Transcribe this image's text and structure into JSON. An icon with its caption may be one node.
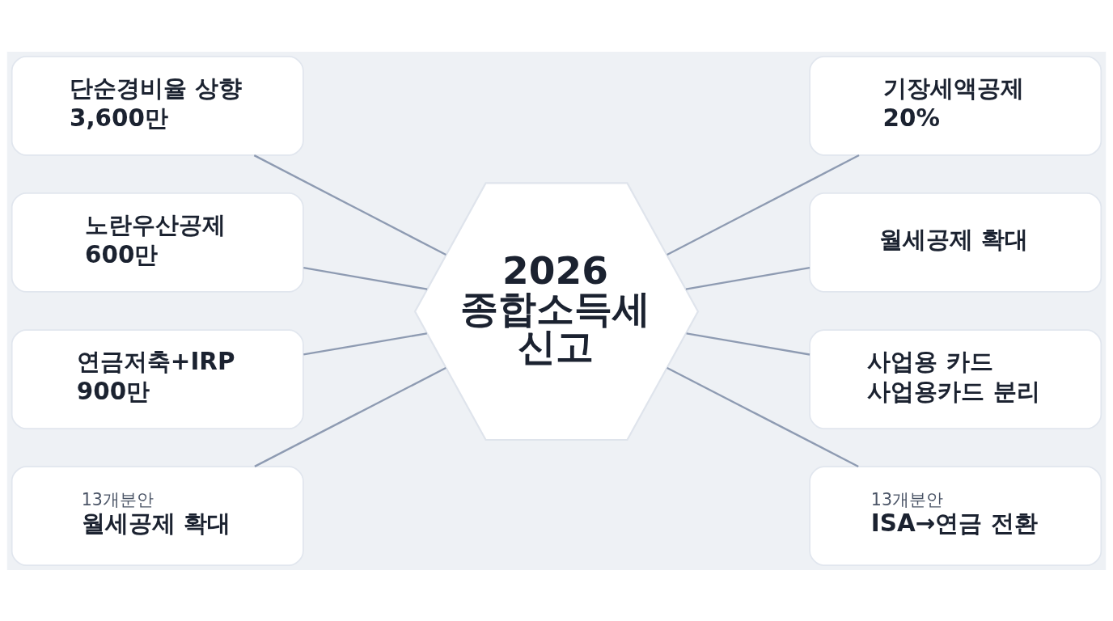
{
  "diagram": {
    "nodes": [
      {
        "text": [
          "단순경비율 상향",
          "3,600만"
        ]
      },
      {
        "text": [
          "기장세액공제",
          "20%"
        ]
      },
      {
        "text": [
          "2026 종합소득세 신고"
        ]
      },
      {
        "text": [
          "노란우산공제",
          "600만"
        ]
      },
      {
        "text": [
          "월세공제 확대"
        ]
      },
      {
        "text": [
          "연금저축+IRP",
          "900만"
        ]
      },
      {
        "text": [
          "사업용 카드",
          "사업용카드 분리"
        ]
      },
      {
        "text": [
          "13개분안",
          "월세공제 확대"
        ]
      },
      {
        "text": [
          "13개분안",
          "ISA→연금 전환"
        ]
      }
    ],
    "edges": [
      {
        "from": 0,
        "to": 2,
        "arrow": "none"
      },
      {
        "from": 2,
        "to": 1,
        "arrow": "none"
      },
      {
        "from": 3,
        "to": 2,
        "arrow": "none"
      },
      {
        "from": 2,
        "to": 4,
        "arrow": "none"
      },
      {
        "from": 5,
        "to": 2,
        "arrow": "none"
      },
      {
        "from": 2,
        "to": 6,
        "arrow": "none"
      },
      {
        "from": 7,
        "to": 2,
        "arrow": "none"
      },
      {
        "from": 2,
        "to": 8,
        "arrow": "none"
      }
    ]
  }
}
